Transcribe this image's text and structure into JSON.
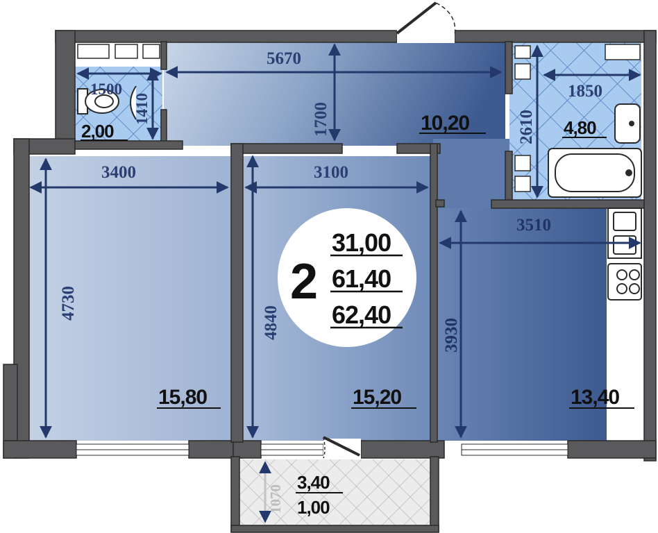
{
  "plan": {
    "rooms_count": "2",
    "totals": [
      "31,00",
      "61,40",
      "62,40"
    ],
    "rooms": {
      "corridor": {
        "area": "10,20",
        "width_dim": "5670",
        "depth_dim": "1700"
      },
      "wc": {
        "area": "2,00",
        "width_dim": "1500",
        "depth_dim": "1410"
      },
      "bathroom": {
        "area": "4,80",
        "width_dim": "1850",
        "depth_dim": "2610"
      },
      "room_left": {
        "area": "15,80",
        "width_dim": "3400",
        "depth_dim": "4730"
      },
      "room_middle": {
        "area": "15,20",
        "width_dim": "3100",
        "depth_dim": "4840"
      },
      "kitchen": {
        "area": "13,40",
        "width_dim": "3510",
        "depth_dim": "3930"
      },
      "balcony": {
        "area": "3,40",
        "area_reduced": "1,00",
        "depth_dim": "1070"
      }
    },
    "colors": {
      "wall": "#5a5a5c",
      "wall_outline": "#2a2a2a",
      "floor_light": "#c6d3e6",
      "floor_dark": "#4a6699",
      "wet_zone": "#a9cbef",
      "dimension_line": "#23396b",
      "summary_bg": "#ffffff"
    }
  }
}
